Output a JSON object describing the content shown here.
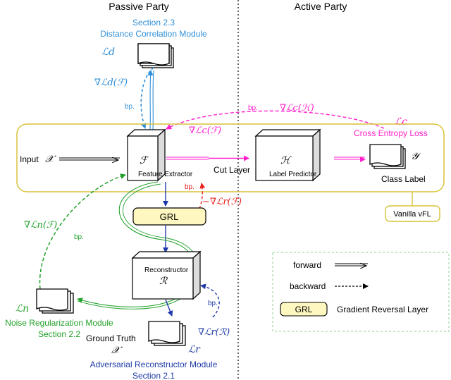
{
  "headers": {
    "passive": "Passive Party",
    "active": "Active Party"
  },
  "dcor": {
    "section": "Section 2.3",
    "title": "Distance Correlation Module",
    "loss": "ℒd",
    "grad": "∇ℒd(ℱ)",
    "bp": "bp."
  },
  "top_flow": {
    "grad_h": "∇ℒc(ℋ)",
    "bp": "bp.",
    "grad_f": "∇ℒc(ℱ)",
    "loss": "ℒc",
    "loss_name": "Cross Entropy Loss"
  },
  "main": {
    "input_label": "Input",
    "input_sym": "𝒳",
    "fe_sym": "ℱ",
    "fe_name": "Feature Extractor",
    "cut_layer": "Cut Layer",
    "lp_sym": "ℋ",
    "lp_name": "Label Predictor",
    "output_sym": "𝒴",
    "output_name": "Class Label",
    "vfl": "Vanilla vFL"
  },
  "grl": {
    "label": "GRL",
    "bp": "bp.",
    "grad": "−∇ℒr(ℱ)"
  },
  "noise": {
    "grad": "∇ℒn(ℱ)",
    "bp": "bp.",
    "loss": "ℒn",
    "title": "Noise Regularization Module",
    "section": "Section 2.2"
  },
  "recon": {
    "name": "Reconstructor",
    "sym": "ℛ",
    "bp": "bp.",
    "grad": "∇ℒr(ℛ)",
    "gt_label": "Ground Truth",
    "gt_sym": "𝒳",
    "loss": "ℒr",
    "title": "Adversarial Reconstructor Module",
    "section": "Section 2.1"
  },
  "legend": {
    "forward": "forward",
    "backward": "backward",
    "grl": "GRL",
    "grl_desc": "Gradient Reversal Layer"
  },
  "colors": {
    "blue_text": "#2f8fd8",
    "magenta": "#ff1ecb",
    "red": "#e8201c",
    "green": "#22a12a",
    "navy": "#1f3aa8",
    "yellow_border": "#d8c23a",
    "yellow_fill": "#fff7c0",
    "legend_border": "#8fd08f"
  }
}
